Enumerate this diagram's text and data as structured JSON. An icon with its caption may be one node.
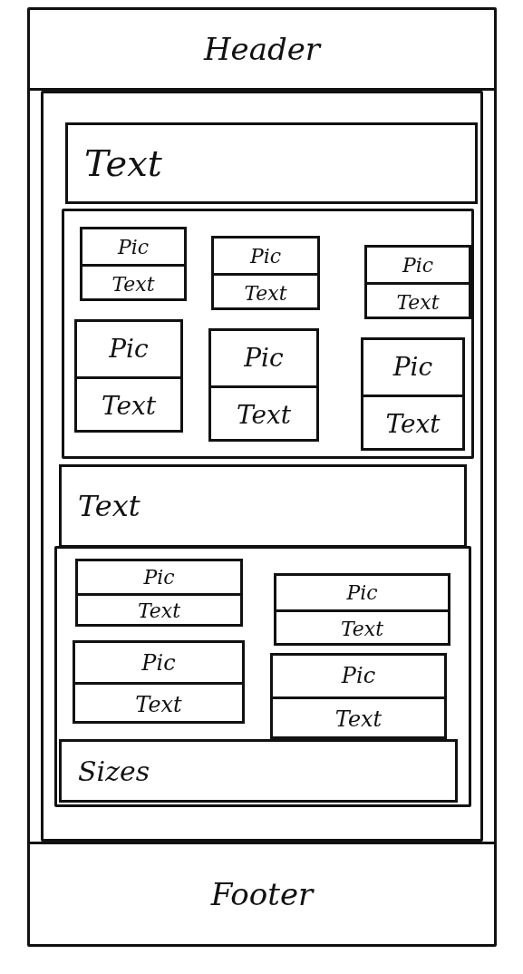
{
  "diagram": {
    "nodes": [
      {
        "text": [],
        "shape": "box"
      },
      {
        "text": [
          "Header"
        ],
        "in": 0
      },
      {
        "text": [],
        "shape": "box",
        "in": 0
      },
      {
        "text": [
          "Text"
        ],
        "in": 2
      },
      {
        "text": [],
        "shape": "box",
        "in": 2
      },
      {
        "text": [
          "Pic",
          "Text"
        ],
        "in": 4
      },
      {
        "text": [
          "Pic",
          "Text"
        ],
        "in": 4
      },
      {
        "text": [
          "Pic",
          "Text"
        ],
        "in": 4
      },
      {
        "text": [
          "Pic",
          "Text"
        ],
        "in": 4
      },
      {
        "text": [
          "Pic",
          "Text"
        ],
        "in": 4
      },
      {
        "text": [
          "Pic",
          "Text"
        ],
        "in": 4
      },
      {
        "text": [
          "Text"
        ],
        "in": 2
      },
      {
        "text": [],
        "shape": "box",
        "in": 2
      },
      {
        "text": [
          "Pic",
          "Text"
        ],
        "in": 12
      },
      {
        "text": [
          "Pic",
          "Text"
        ],
        "in": 12
      },
      {
        "text": [
          "Pic",
          "Text"
        ],
        "in": 12
      },
      {
        "text": [
          "Pic",
          "Text"
        ],
        "in": 12
      },
      {
        "text": [
          "Sizes"
        ],
        "in": 12
      },
      {
        "text": [
          "Footer"
        ],
        "in": 0
      }
    ]
  }
}
